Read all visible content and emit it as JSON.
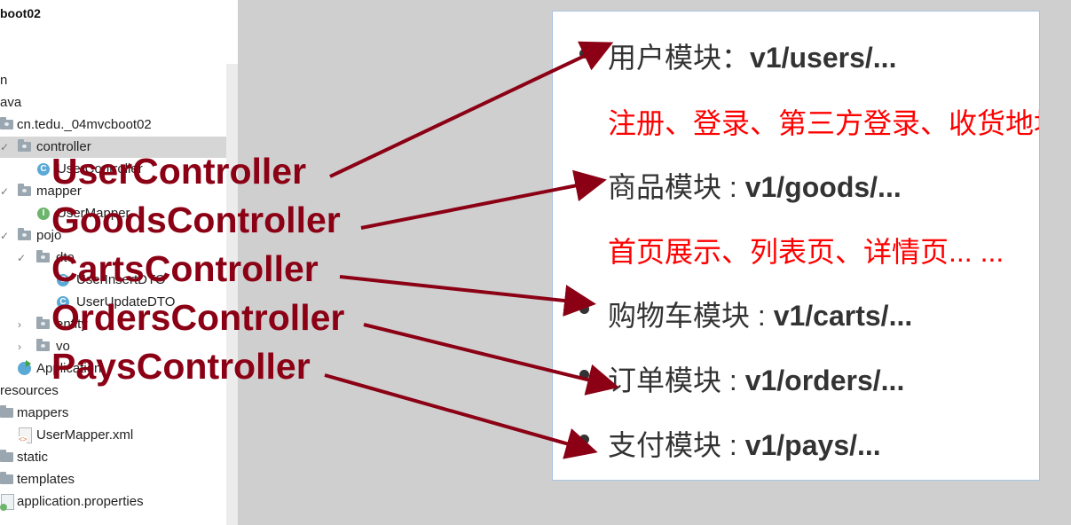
{
  "project_tree": {
    "project_name": "boot02",
    "rows": [
      {
        "label": "n"
      },
      {
        "label": "ava"
      },
      {
        "label": "cn.tedu._04mvcboot02"
      },
      {
        "label": "controller"
      },
      {
        "label": "UserController"
      },
      {
        "label": "mapper"
      },
      {
        "label": "UserMapper"
      },
      {
        "label": "pojo"
      },
      {
        "label": "dto"
      },
      {
        "label": "UserInsertDTO"
      },
      {
        "label": "UserUpdateDTO"
      },
      {
        "label": "entity"
      },
      {
        "label": "vo"
      },
      {
        "label": "Application"
      },
      {
        "label": "resources"
      },
      {
        "label": "mappers"
      },
      {
        "label": "UserMapper.xml"
      },
      {
        "label": "static"
      },
      {
        "label": "templates"
      },
      {
        "label": "application.properties"
      }
    ]
  },
  "modules": [
    {
      "name": "用户模块：",
      "path": "v1/users/...",
      "desc": "注册、登录、第三方登录、收货地址"
    },
    {
      "name": "商品模块 : ",
      "path": "v1/goods/...",
      "desc": "首页展示、列表页、详情页... ..."
    },
    {
      "name": "购物车模块 : ",
      "path": "v1/carts/..."
    },
    {
      "name": "订单模块 : ",
      "path": "v1/orders/..."
    },
    {
      "name": "支付模块 : ",
      "path": "v1/pays/..."
    }
  ],
  "controllers": [
    "UserController",
    "GoodsController",
    "CartsController",
    "OrdersController",
    "PaysController"
  ],
  "colors": {
    "annotation": "#8b0014",
    "description": "#ff0000",
    "panel_border": "#a9c4e3",
    "background": "#cfcfcf"
  }
}
